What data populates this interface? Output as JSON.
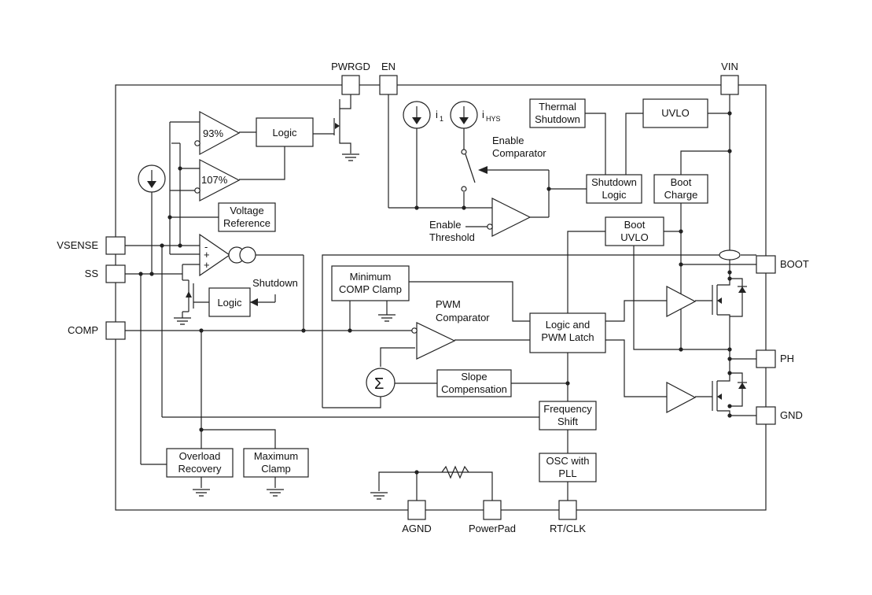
{
  "pins": {
    "pwrgd": "PWRGD",
    "en": "EN",
    "vin": "VIN",
    "vsense": "VSENSE",
    "ss": "SS",
    "comp": "COMP",
    "boot": "BOOT",
    "ph": "PH",
    "gnd": "GND",
    "agnd": "AGND",
    "powerpad": "PowerPad",
    "rtclk": "RT/CLK"
  },
  "blocks": {
    "logic_top": "Logic",
    "logic_ss": "Logic",
    "voltage_reference": [
      "Voltage",
      "Reference"
    ],
    "thermal_shutdown": [
      "Thermal",
      "Shutdown"
    ],
    "uvlo": "UVLO",
    "shutdown_logic": [
      "Shutdown",
      "Logic"
    ],
    "boot_charge": [
      "Boot",
      "Charge"
    ],
    "boot_uvlo": [
      "Boot",
      "UVLO"
    ],
    "minimum_comp_clamp": [
      "Minimum",
      "COMP Clamp"
    ],
    "logic_pwm_latch": [
      "Logic and",
      "PWM Latch"
    ],
    "slope_compensation": [
      "Slope",
      "Compensation"
    ],
    "frequency_shift": [
      "Frequency",
      "Shift"
    ],
    "osc_pll": [
      "OSC with",
      "PLL"
    ],
    "overload_recovery": [
      "Overload",
      "Recovery"
    ],
    "maximum_clamp": [
      "Maximum",
      "Clamp"
    ]
  },
  "labels": {
    "comp_93": "93%",
    "comp_107": "107%",
    "i1": "i",
    "i1_sub": "1",
    "ihys": "i",
    "ihys_sub": "HYS",
    "enable_comparator": [
      "Enable",
      "Comparator"
    ],
    "enable_threshold": [
      "Enable",
      "Threshold"
    ],
    "shutdown": "Shutdown",
    "pwm_comparator": [
      "PWM",
      "Comparator"
    ],
    "sigma": "Σ",
    "ea_minus": "-",
    "ea_plus1": "+",
    "ea_plus2": "+"
  },
  "colors": {
    "line": "#222222",
    "background": "#ffffff"
  }
}
